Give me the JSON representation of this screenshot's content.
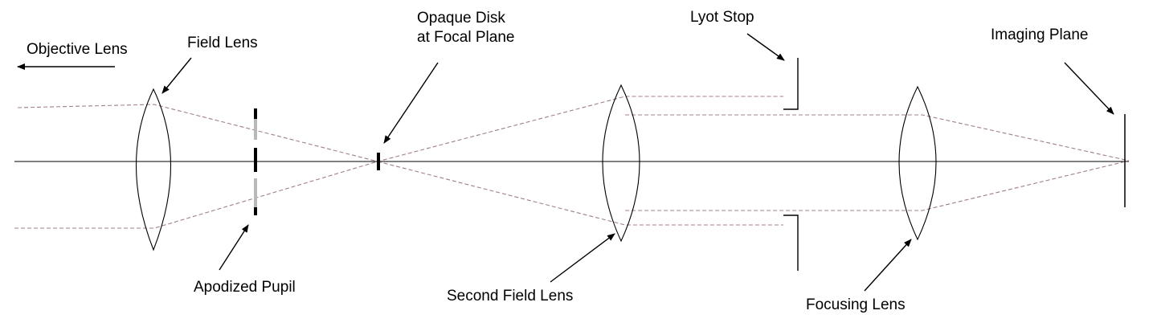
{
  "labels": {
    "objective_lens": "Objective Lens",
    "field_lens": "Field Lens",
    "opaque_disk_line1": "Opaque Disk",
    "opaque_disk_line2": "at Focal Plane",
    "lyot_stop": "Lyot Stop",
    "imaging_plane": "Imaging Plane",
    "apodized_pupil": "Apodized Pupil",
    "second_field_lens": "Second Field Lens",
    "focusing_lens": "Focusing Lens"
  },
  "colors": {
    "ray": "#a07f8c",
    "line": "#000000",
    "pupil_gray": "#b8b8b8"
  }
}
